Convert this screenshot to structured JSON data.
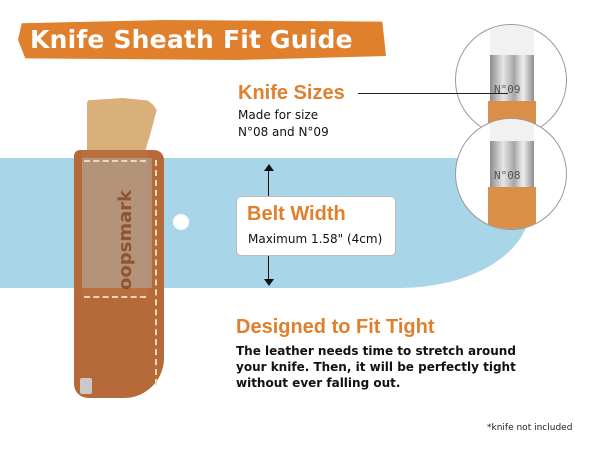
{
  "title": "Knife Sheath Fit Guide",
  "brand_mark": "oopsmark",
  "knife_sizes": {
    "heading": "Knife Sizes",
    "line1": "Made for size",
    "line2": "N°08 and N°09",
    "callouts": [
      {
        "label": "N°09"
      },
      {
        "label": "N°08"
      }
    ]
  },
  "belt_width": {
    "heading": "Belt Width",
    "detail": "Maximum 1.58\" (4cm)"
  },
  "fit": {
    "heading": "Designed to Fit Tight",
    "body": "The leather needs time to stretch around your knife. Then, it will be perfectly tight without ever falling out."
  },
  "footnote": "*knife not included",
  "colors": {
    "accent_orange": "#e07f2c",
    "belt_blue": "#a8d5e8",
    "leather": "#b66a3a"
  }
}
